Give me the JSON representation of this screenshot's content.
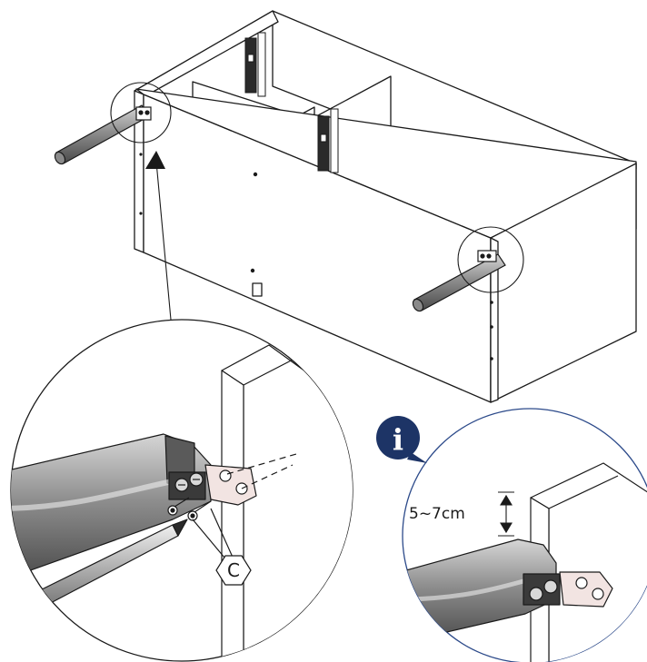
{
  "labels": {
    "hardware_code": "C",
    "info_glyph": "i",
    "height_range": "5~7cm"
  },
  "colors": {
    "line": "#1a1a1a",
    "panel": "#ffffff",
    "rod_dark": "#6e6e6e",
    "rod_mid": "#9a9a9a",
    "rod_light": "#c8c8c8",
    "bracket": "#f2e4e2",
    "info_badge": "#1d3466",
    "info_circle": "#2c4a8a"
  }
}
